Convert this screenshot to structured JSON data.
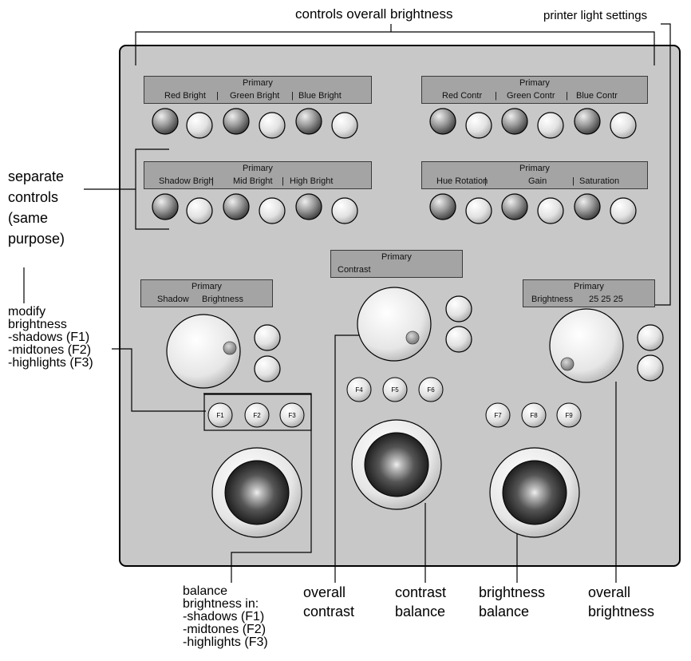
{
  "annotations": {
    "top_overall": "controls overall brightness",
    "top_printer": "printer light settings",
    "separate": "separate\ncontrols\n(same\npurpose)",
    "modify": "modify\nbrightness\n-shadows (F1)\n-midtones (F2)\n-highlights (F3)",
    "balance": "balance\nbrightness in:\n-shadows (F1)\n-midtones (F2)\n-highlights (F3)",
    "overall_contrast": "overall\ncontrast",
    "contrast_balance": "contrast\nbalance",
    "brightness_balance": "brightness\nbalance",
    "overall_brightness": "overall\nbrightness"
  },
  "displays": {
    "d1": {
      "header": "Primary",
      "labels": [
        "Red Bright",
        "|",
        "Green Bright",
        "|",
        "Blue Bright"
      ]
    },
    "d2": {
      "header": "Primary",
      "labels": [
        "Red Contr",
        "|",
        "Green Contr",
        "|",
        "Blue Contr"
      ]
    },
    "d3": {
      "header": "Primary",
      "labels": [
        "Shadow Brigh",
        "|",
        "Mid Bright",
        "|",
        "High Bright"
      ]
    },
    "d4": {
      "header": "Primary",
      "labels": [
        "Hue Rotation",
        "|",
        "Gain",
        "|",
        "Saturation"
      ]
    },
    "d5": {
      "header": "Primary",
      "labels": [
        "Shadow",
        "Brightness"
      ]
    },
    "d6": {
      "header": "Primary",
      "labels": [
        "Contrast"
      ]
    },
    "d7": {
      "header": "Primary",
      "labels": [
        "Brightness",
        "25 25 25"
      ]
    }
  },
  "fkeys": [
    "F1",
    "F2",
    "F3",
    "F4",
    "F5",
    "F6",
    "F7",
    "F8",
    "F9"
  ],
  "colors": {
    "panel": "#c8c8c8",
    "display": "#a4a4a4",
    "outline": "#000000"
  }
}
